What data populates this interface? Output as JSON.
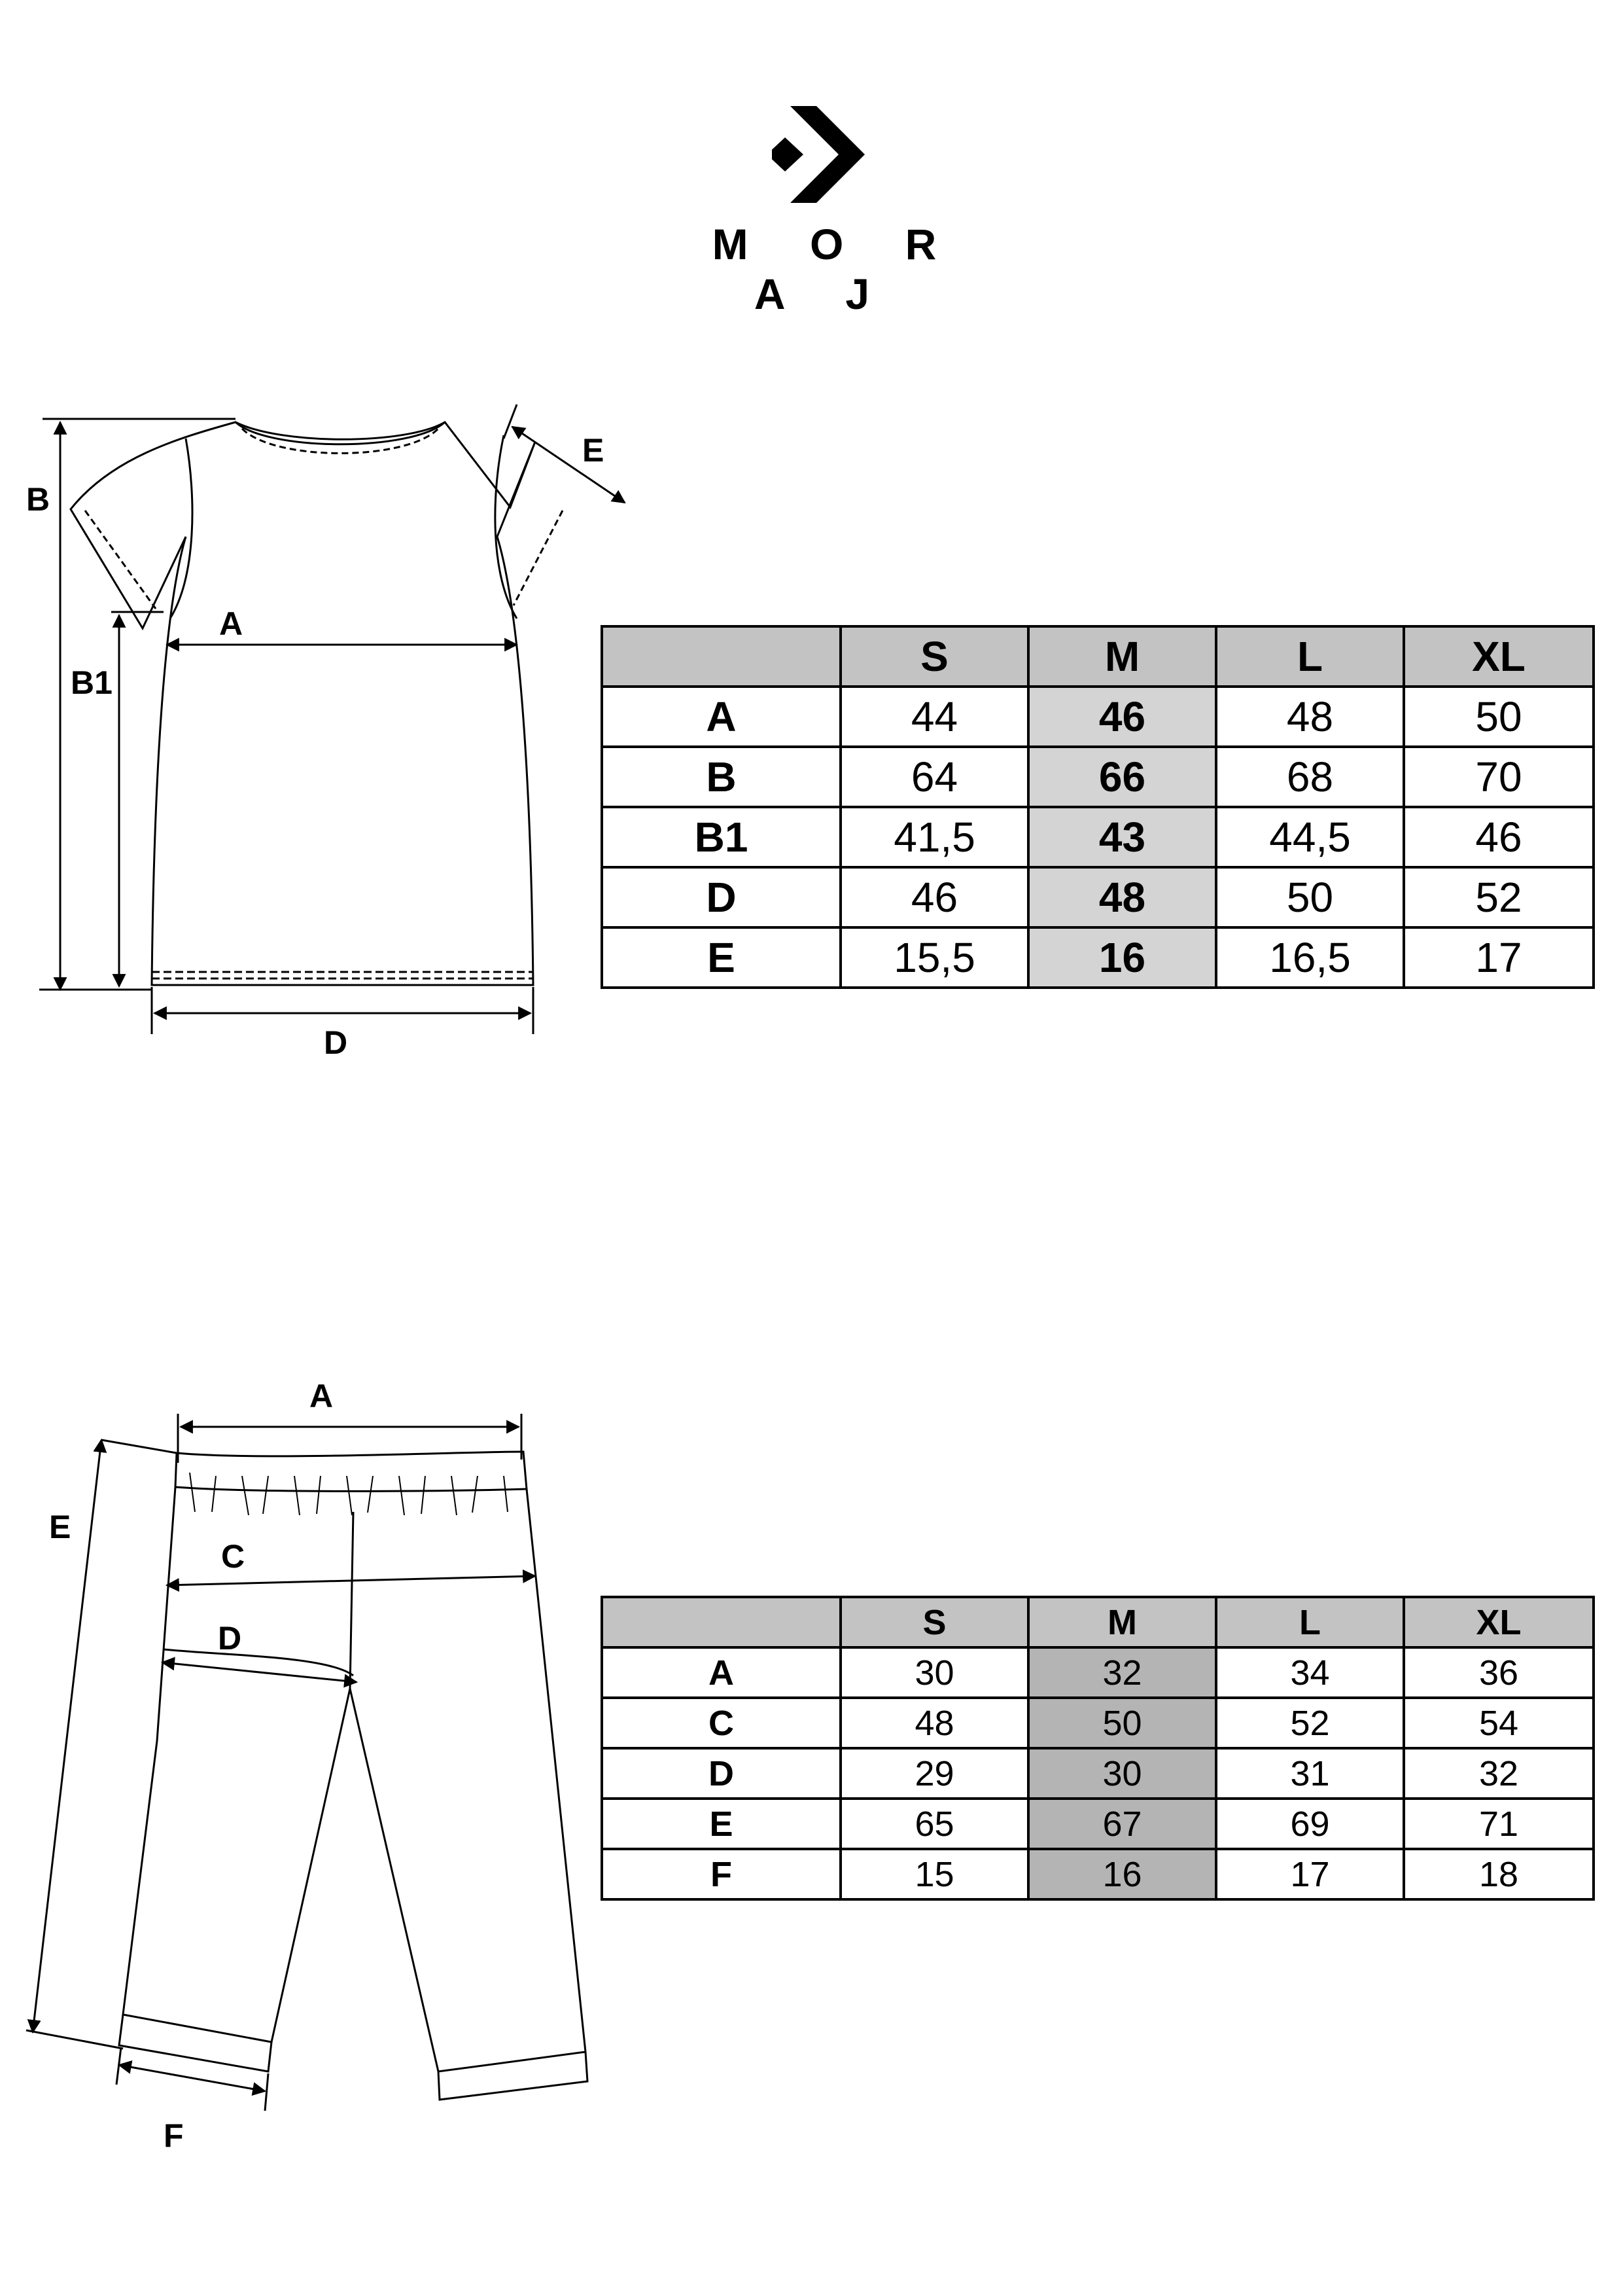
{
  "brand": {
    "name": "M O R A J",
    "logo_icon": "moraj-arrow-logo"
  },
  "tshirt": {
    "labels": {
      "A": "A",
      "B": "B",
      "B1": "B1",
      "D": "D",
      "E": "E"
    },
    "table": {
      "headers": [
        "",
        "S",
        "M",
        "L",
        "XL"
      ],
      "rows": [
        {
          "label": "A",
          "values": [
            "44",
            "46",
            "48",
            "50"
          ]
        },
        {
          "label": "B",
          "values": [
            "64",
            "66",
            "68",
            "70"
          ]
        },
        {
          "label": "B1",
          "values": [
            "41,5",
            "43",
            "44,5",
            "46"
          ]
        },
        {
          "label": "D",
          "values": [
            "46",
            "48",
            "50",
            "52"
          ]
        },
        {
          "label": "E",
          "values": [
            "15,5",
            "16",
            "16,5",
            "17"
          ]
        }
      ],
      "highlight_column": "M",
      "header_color": "#c3c3c3",
      "highlight_color": "#d4d4d4"
    }
  },
  "pants": {
    "labels": {
      "A": "A",
      "C": "C",
      "D": "D",
      "E": "E",
      "F": "F"
    },
    "table": {
      "headers": [
        "",
        "S",
        "M",
        "L",
        "XL"
      ],
      "rows": [
        {
          "label": "A",
          "values": [
            "30",
            "32",
            "34",
            "36"
          ]
        },
        {
          "label": "C",
          "values": [
            "48",
            "50",
            "52",
            "54"
          ]
        },
        {
          "label": "D",
          "values": [
            "29",
            "30",
            "31",
            "32"
          ]
        },
        {
          "label": "E",
          "values": [
            "65",
            "67",
            "69",
            "71"
          ]
        },
        {
          "label": "F",
          "values": [
            "15",
            "16",
            "17",
            "18"
          ]
        }
      ],
      "highlight_column": "M",
      "header_color": "#c3c3c3",
      "highlight_color": "#b4b4b4"
    }
  }
}
